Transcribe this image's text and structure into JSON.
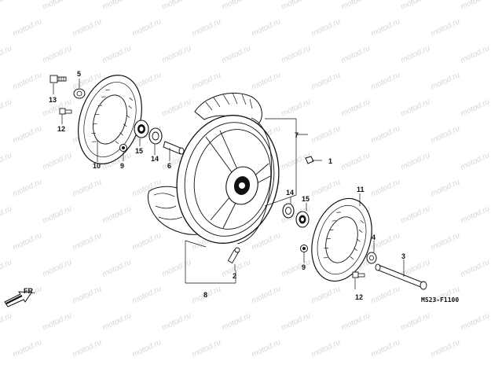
{
  "watermark_text": "motod.ru",
  "diagram_code": "MS23-F1100",
  "direction_label": "FR.",
  "callouts": [
    "1",
    "2",
    "3",
    "4",
    "5",
    "6",
    "7",
    "8",
    "9",
    "9",
    "10",
    "11",
    "12",
    "12",
    "13",
    "14",
    "14",
    "15",
    "15"
  ],
  "colors": {
    "line": "#111111",
    "watermark": "#d7d7d7",
    "background": "#ffffff"
  }
}
